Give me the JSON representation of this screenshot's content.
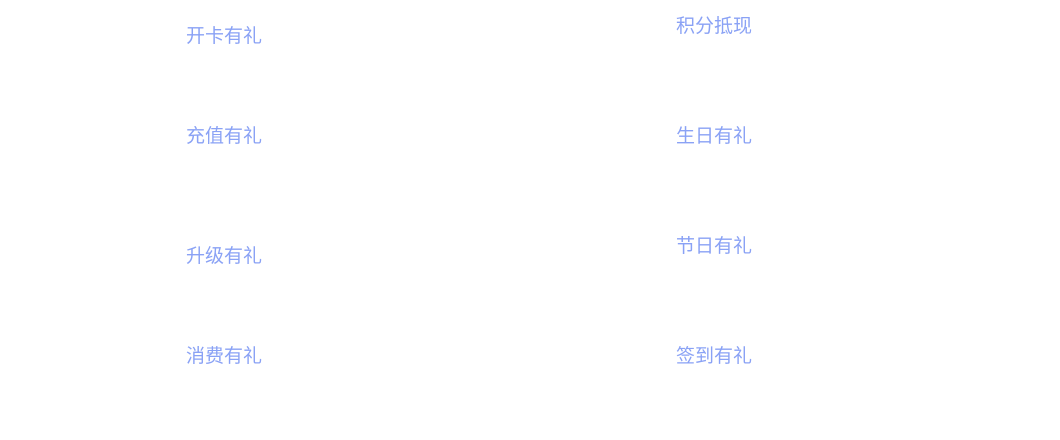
{
  "items": [
    {
      "label": "开卡有礼"
    },
    {
      "label": "积分抵现"
    },
    {
      "label": "充值有礼"
    },
    {
      "label": "生日有礼"
    },
    {
      "label": "升级有礼"
    },
    {
      "label": "节日有礼"
    },
    {
      "label": "消费有礼"
    },
    {
      "label": "签到有礼"
    }
  ],
  "colors": {
    "label": "#8aa2f5"
  }
}
